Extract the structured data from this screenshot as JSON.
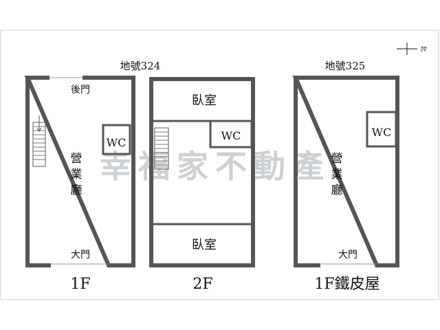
{
  "compass": {
    "north_label": "北"
  },
  "lots": {
    "left": "地號324",
    "right": "地號325"
  },
  "plan_1f": {
    "back_door": "後門",
    "hall": [
      "營",
      "業",
      "廳"
    ],
    "wc": "WC",
    "main_door": "大門",
    "floor_label": "1F"
  },
  "plan_2f": {
    "bedroom_top": "臥室",
    "wc": "WC",
    "bedroom_bottom": "臥室",
    "floor_label": "2F"
  },
  "plan_1f_shed": {
    "wc": "WC",
    "hall": [
      "營",
      "業",
      "廳"
    ],
    "main_door": "大門",
    "floor_label": "1F鐵皮屋"
  },
  "watermark": "幸福家不動產"
}
